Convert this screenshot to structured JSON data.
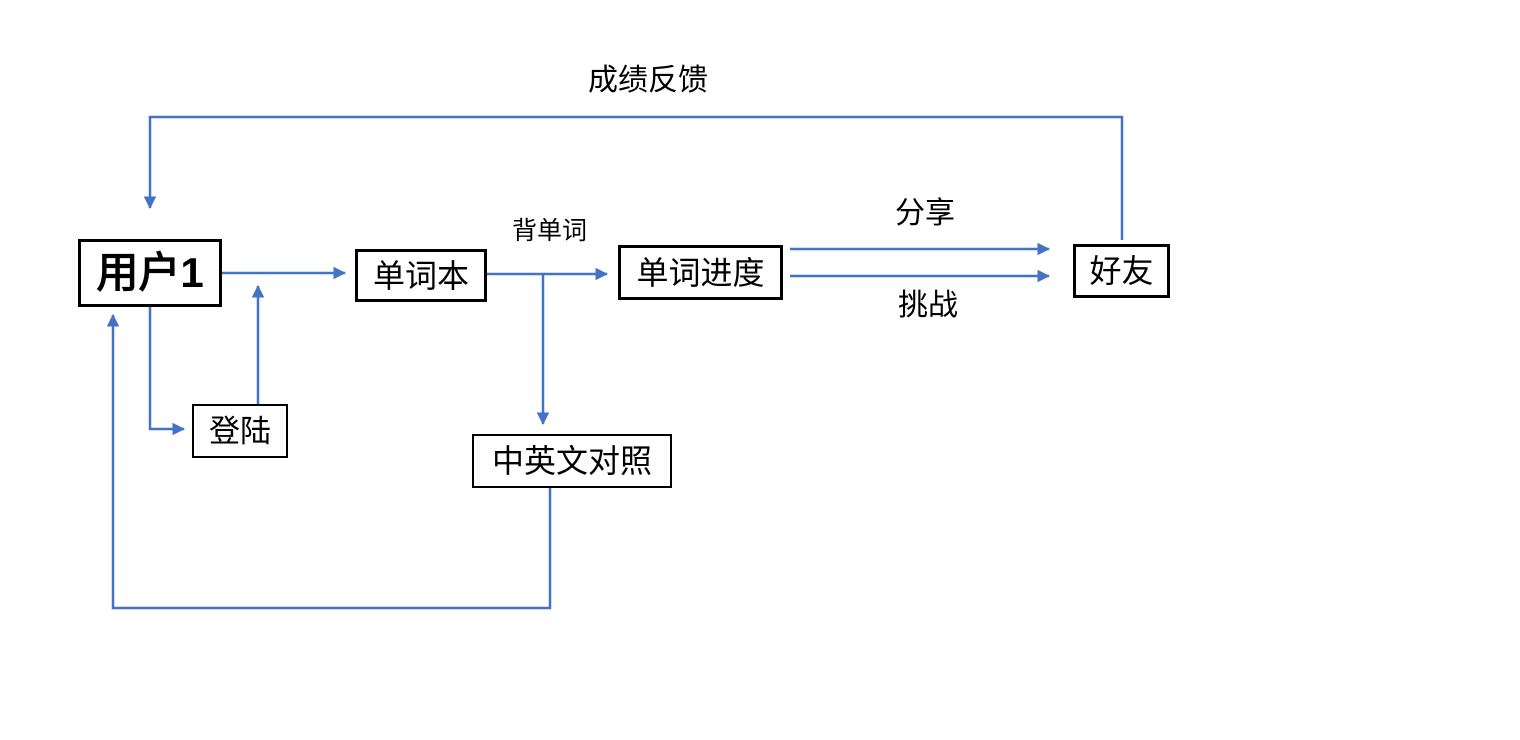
{
  "diagram": {
    "background": "#ffffff",
    "colors": {
      "arrow": "#4472C4",
      "box_border": "#000000",
      "box_fill": "#ffffff",
      "text": "#000000"
    },
    "nodes": {
      "user1": {
        "label": "用户1"
      },
      "wordbook": {
        "label": "单词本"
      },
      "progress": {
        "label": "单词进度"
      },
      "friend": {
        "label": "好友"
      },
      "login": {
        "label": "登陆"
      },
      "bilingual": {
        "label": "中英文对照"
      }
    },
    "edge_labels": {
      "feedback": "成绩反馈",
      "memorize": "背单词",
      "share": "分享",
      "challenge": "挑战"
    },
    "connections": [
      {
        "from": "好友",
        "to": "用户1",
        "label": "成绩反馈"
      },
      {
        "from": "用户1",
        "to": "单词本",
        "label": ""
      },
      {
        "from": "单词本",
        "to": "单词进度",
        "label": "背单词"
      },
      {
        "from": "单词本",
        "to": "中英文对照",
        "label": ""
      },
      {
        "from": "单词进度",
        "to": "好友",
        "label": "分享"
      },
      {
        "from": "单词进度",
        "to": "好友",
        "label": "挑战"
      },
      {
        "from": "用户1",
        "to": "登陆",
        "label": ""
      },
      {
        "from": "登陆",
        "to": "用户1",
        "label": ""
      },
      {
        "from": "中英文对照",
        "to": "用户1",
        "label": ""
      }
    ]
  }
}
